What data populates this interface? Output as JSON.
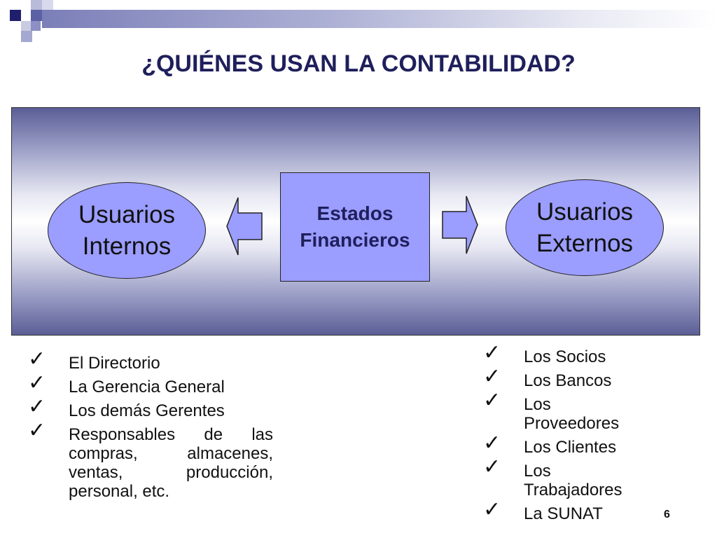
{
  "slide": {
    "title": "¿QUIÉNES USAN LA CONTABILIDAD?",
    "page_number": "6"
  },
  "diagram": {
    "left_node": {
      "line1": "Usuarios",
      "line2": "Internos"
    },
    "center_node": {
      "line1": "Estados",
      "line2": "Financieros"
    },
    "right_node": {
      "line1": "Usuarios",
      "line2": "Externos"
    }
  },
  "internal_users": [
    "El Directorio",
    "La Gerencia General",
    "Los demás Gerentes",
    "Responsables de las compras, almacenes, ventas, producción, personal, etc."
  ],
  "external_users": [
    "Los Socios",
    "Los Bancos",
    "Los Proveedores",
    "Los Clientes",
    "Los Trabajadores",
    "La SUNAT"
  ],
  "colors": {
    "node_fill": "#9b9dff",
    "title_color": "#1f1f5c",
    "panel_edge": "#5a5e96"
  },
  "icons": {
    "bullet": "check-mark-icon",
    "left_arrow": "left-arrow-icon",
    "right_arrow": "right-arrow-icon"
  }
}
